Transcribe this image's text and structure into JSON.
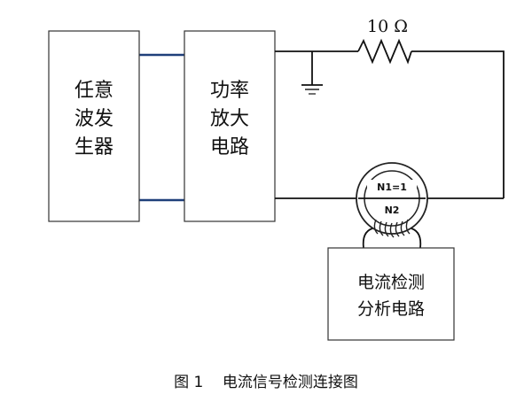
{
  "blocks": {
    "generator": [
      "任意",
      "波发",
      "生器"
    ],
    "amplifier": [
      "功率",
      "放大",
      "电路"
    ],
    "analyzer": [
      "电流检测",
      "分析电路"
    ]
  },
  "resistor_label": "10 Ω",
  "transformer": {
    "primary_label": "N1=1",
    "secondary_label": "N2"
  },
  "caption": "图 1    电流信号检测连接图"
}
